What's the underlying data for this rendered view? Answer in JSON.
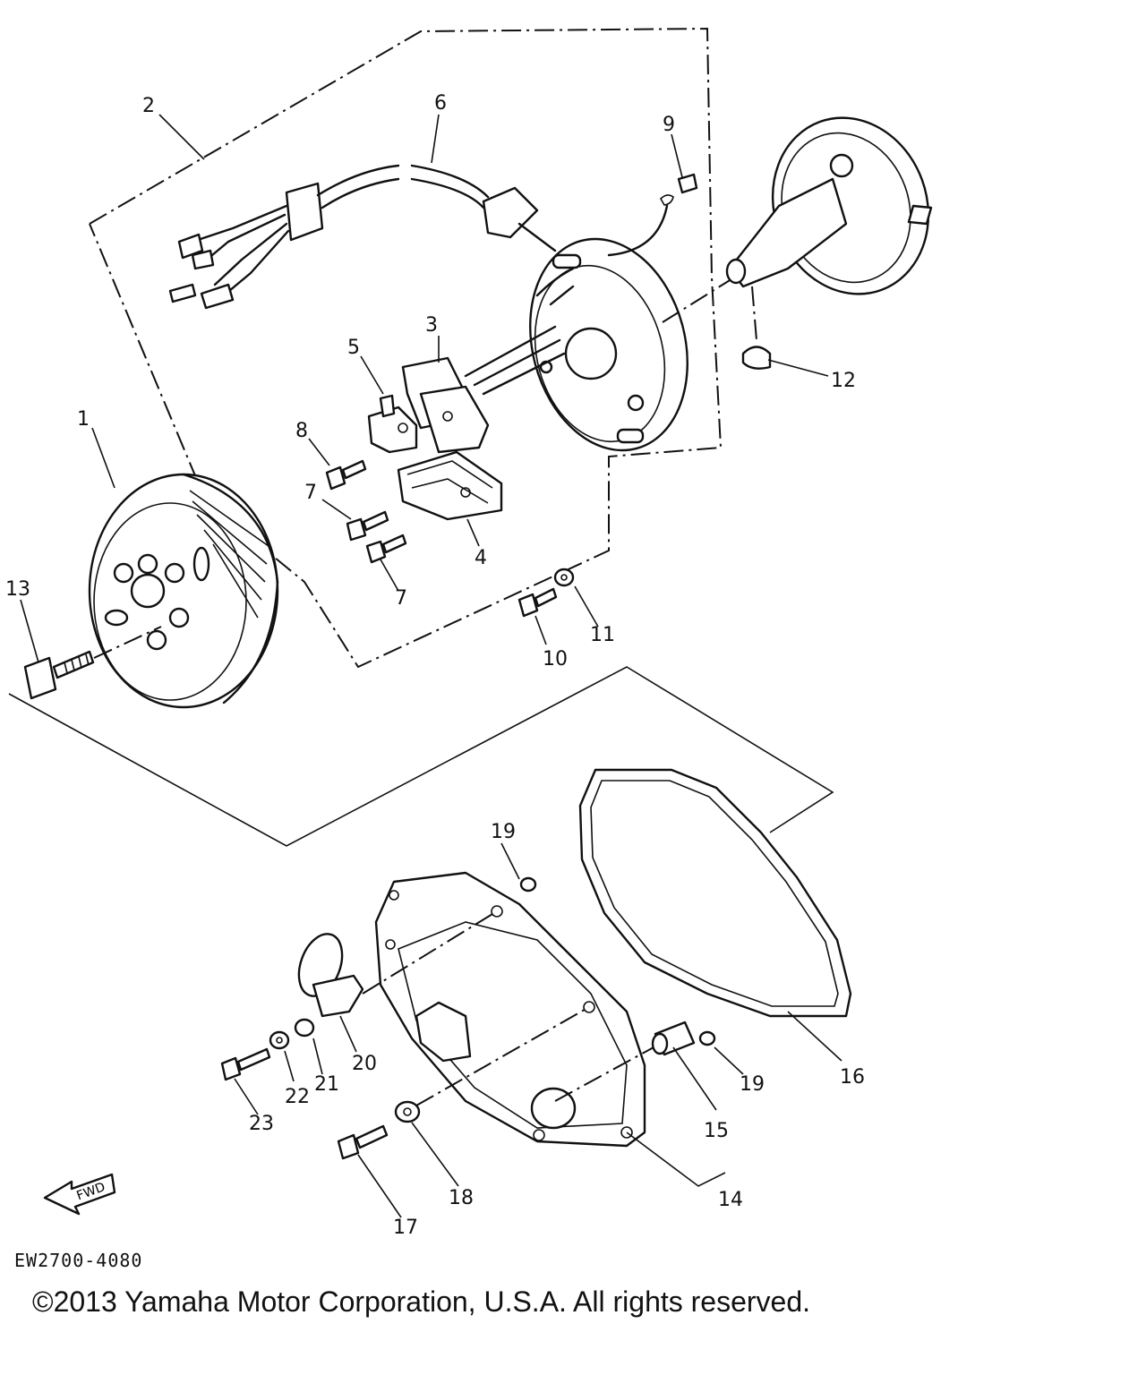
{
  "diagram": {
    "code": "EW2700-4080",
    "copyright": "©2013 Yamaha Motor Corporation, U.S.A. All rights reserved.",
    "fwd_label": "FWD",
    "callouts": [
      "1",
      "2",
      "3",
      "4",
      "5",
      "6",
      "7",
      "7",
      "8",
      "9",
      "10",
      "11",
      "12",
      "13",
      "14",
      "15",
      "16",
      "17",
      "18",
      "19",
      "19",
      "20",
      "21",
      "22",
      "23"
    ]
  }
}
